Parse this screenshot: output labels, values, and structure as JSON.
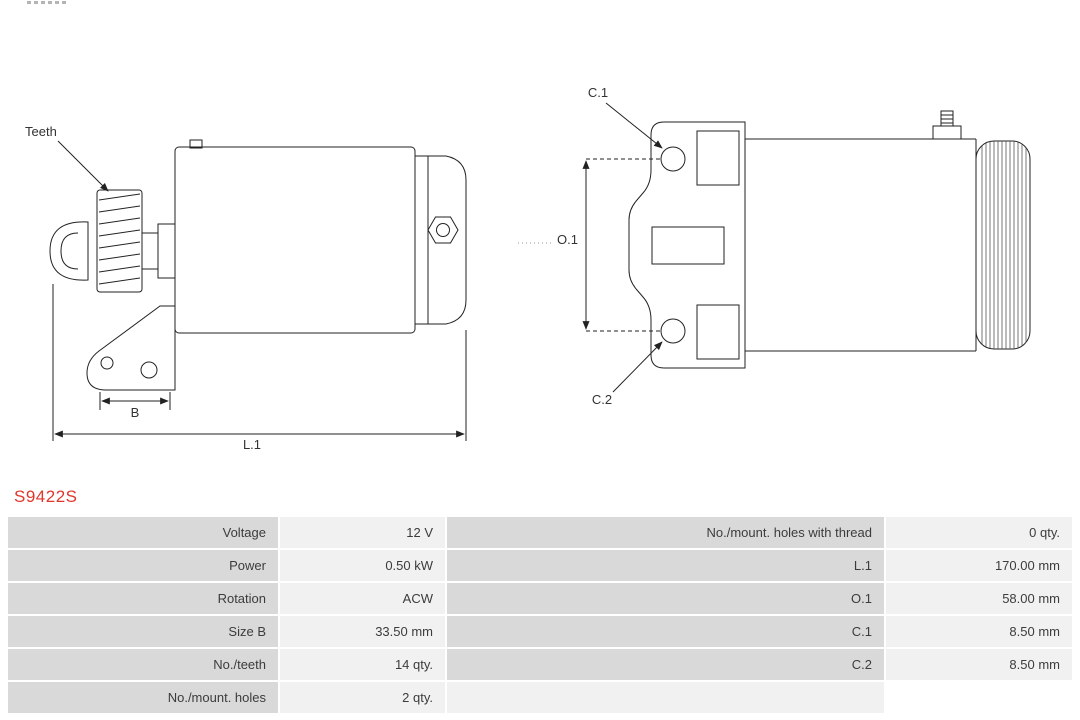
{
  "part": {
    "number": "S9422S"
  },
  "diagram": {
    "labels": {
      "teeth": "Teeth",
      "b": "B",
      "l1": "L.1",
      "c1": "C.1",
      "c2": "C.2",
      "o1": "O.1"
    }
  },
  "table": {
    "rows": [
      {
        "left_label": "Voltage",
        "left_value": "12 V",
        "right_label": "No./mount. holes with thread",
        "right_value": "0 qty."
      },
      {
        "left_label": "Power",
        "left_value": "0.50 kW",
        "right_label": "L.1",
        "right_value": "170.00 mm"
      },
      {
        "left_label": "Rotation",
        "left_value": "ACW",
        "right_label": "O.1",
        "right_value": "58.00 mm"
      },
      {
        "left_label": "Size B",
        "left_value": "33.50 mm",
        "right_label": "C.1",
        "right_value": "8.50 mm"
      },
      {
        "left_label": "No./teeth",
        "left_value": "14 qty.",
        "right_label": "C.2",
        "right_value": "8.50 mm"
      },
      {
        "left_label": "No./mount. holes",
        "left_value": "2 qty.",
        "right_label": "",
        "right_value": ""
      }
    ]
  },
  "colors": {
    "part_number": "#e0362c",
    "label_cell_bg": "#d9d9d9",
    "value_cell_bg": "#f1f1f1",
    "text": "#3c3c3c",
    "line": "#222222"
  }
}
